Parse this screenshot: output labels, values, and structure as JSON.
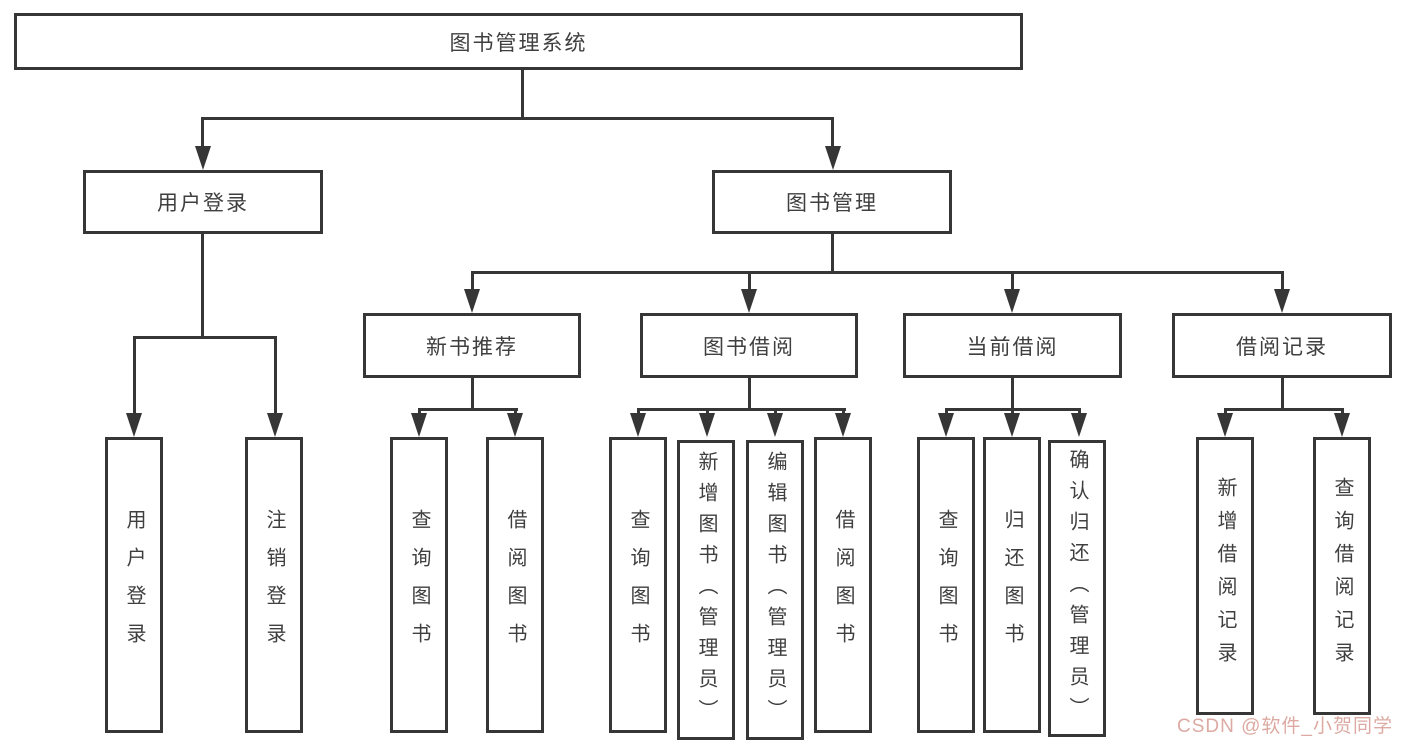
{
  "diagram": {
    "title": "图书管理系统",
    "line_color": "#363636",
    "text_color": "#3f3f3f",
    "level2": [
      {
        "label": "用户登录"
      },
      {
        "label": "图书管理"
      }
    ],
    "level3": [
      {
        "label": "新书推荐"
      },
      {
        "label": "图书借阅"
      },
      {
        "label": "当前借阅"
      },
      {
        "label": "借阅记录"
      }
    ],
    "leaves": [
      {
        "label": "用户登录"
      },
      {
        "label": "注销登录"
      },
      {
        "label": "查询图书"
      },
      {
        "label": "借阅图书"
      },
      {
        "label": "查询图书"
      },
      {
        "label": "新增图书（管理员）"
      },
      {
        "label": "编辑图书（管理员）"
      },
      {
        "label": "借阅图书"
      },
      {
        "label": "查询图书"
      },
      {
        "label": "归还图书"
      },
      {
        "label": "确认归还（管理员）"
      },
      {
        "label": "新增借阅记录"
      },
      {
        "label": "查询借阅记录"
      }
    ]
  },
  "watermark": {
    "text": "CSDN @软件_小贺同学",
    "color": "#dcaaa2"
  }
}
